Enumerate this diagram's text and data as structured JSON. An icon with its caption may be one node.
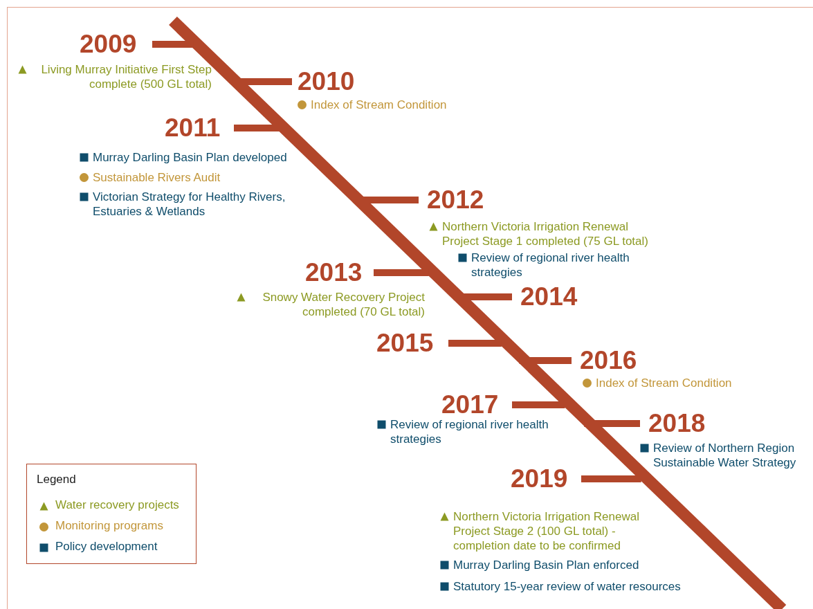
{
  "diagram": {
    "labels": [
      "2009",
      "Living Murray Initiative First Step complete (500 GL total)",
      "2010",
      "Index of Stream Condition",
      "2011",
      "Murray Darling Basin Plan developed",
      "Sustainable Rivers Audit",
      "Victorian Strategy for Healthy Rivers, Estuaries & Wetlands",
      "2012",
      "Northern Victoria Irrigation Renewal Project Stage 1 completed (75 GL total)",
      "2013",
      "Review of regional river health strategies",
      "Snowy Water Recovery Project completed (70 GL total)",
      "2014",
      "2015",
      "2016",
      "Index of Stream Condition",
      "2017",
      "Review of regional river health strategies",
      "2018",
      "Review of Northern Region Sustainable Water Strategy",
      "2019",
      "Northern Victoria Irrigation Renewal Project Stage 2 (100 GL total) - completion date to be confirmed",
      "Murray Darling Basin Plan enforced",
      "Statutory 15-year review of water resources",
      "Legend"
    ],
    "legend": [
      {
        "text": "Water recovery projects"
      },
      {
        "text": "Monitoring programs"
      },
      {
        "text": "Policy development"
      }
    ]
  }
}
